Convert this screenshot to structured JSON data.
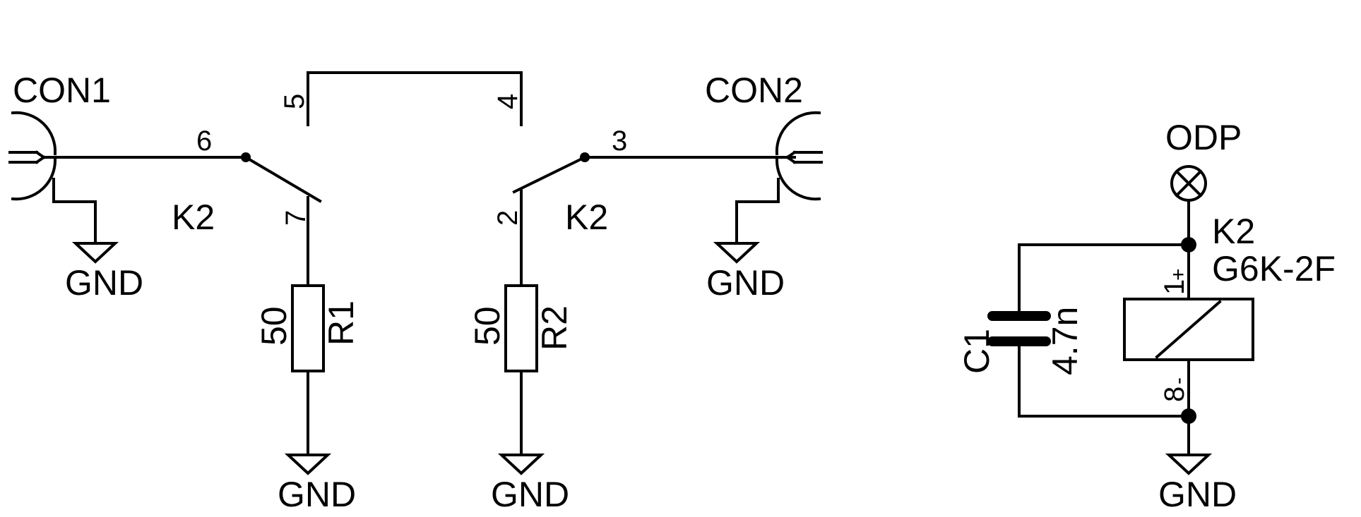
{
  "labels": {
    "con1": "CON1",
    "con2": "CON2",
    "k2_left": "K2",
    "k2_right": "K2",
    "k2_coil": "K2",
    "relay_part": "G6K-2F",
    "r1_name": "R1",
    "r1_value": "50",
    "r2_name": "R2",
    "r2_value": "50",
    "c1_name": "C1",
    "c1_value": "4.7n",
    "odp": "ODP",
    "gnd": "GND"
  },
  "pins": {
    "p1": "1",
    "p2": "2",
    "p3": "3",
    "p4": "4",
    "p5": "5",
    "p6": "6",
    "p7": "7",
    "p8": "8",
    "plus": "+",
    "minus": "-"
  }
}
